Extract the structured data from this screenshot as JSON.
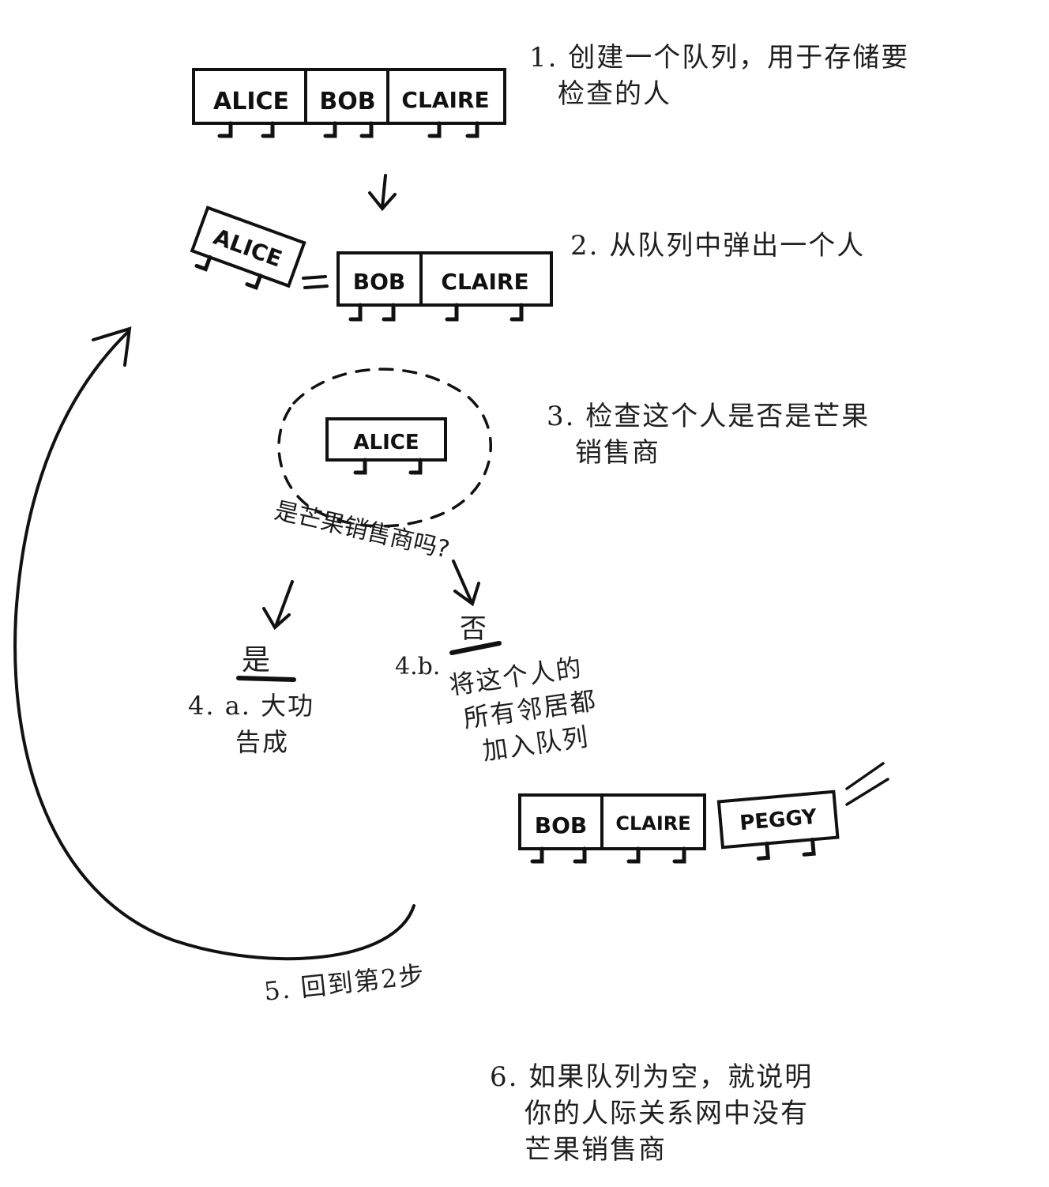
{
  "colors": {
    "ink": "#111111",
    "paper": "#ffffff"
  },
  "queue1": [
    "ALICE",
    "BOB",
    "CLAIRE"
  ],
  "queue2": {
    "popped": "ALICE",
    "remaining": [
      "BOB",
      "CLAIRE"
    ],
    "equals": "="
  },
  "check": {
    "person": "ALICE",
    "question": "是芒果销售商吗?"
  },
  "queue3": [
    "BOB",
    "CLAIRE",
    "PEGGY"
  ],
  "steps": {
    "s1": [
      "1. 创建一个队列，用于存储要",
      "检查的人"
    ],
    "s2": "2. 从队列中弹出一个人",
    "s3": [
      "3. 检查这个人是否是芒果",
      "销售商"
    ],
    "s4a_label": "是",
    "s4a": [
      "4. a. 大功",
      "告成"
    ],
    "s4b_label": "否",
    "s4b_num": "4.b.",
    "s4b": [
      "将这个人的",
      "所有邻居都",
      "加入队列"
    ],
    "s5": "5. 回到第2步",
    "s6": [
      "6. 如果队列为空，就说明",
      "你的人际关系网中没有",
      "芒果销售商"
    ]
  }
}
